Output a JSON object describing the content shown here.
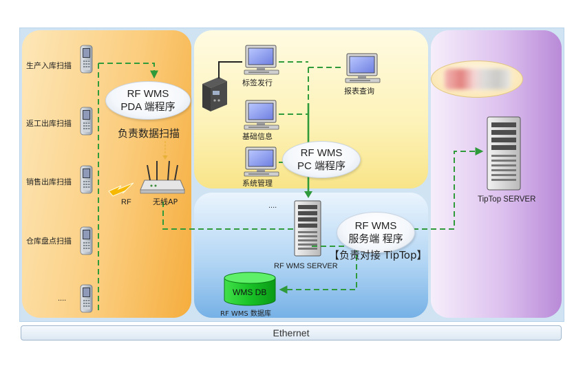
{
  "scanners": [
    {
      "label": "生产入库扫描"
    },
    {
      "label": "返工出库扫描"
    },
    {
      "label": "销售出库扫描"
    },
    {
      "label": "仓库盘点扫描"
    },
    {
      "label": "...."
    }
  ],
  "pda_bubble": {
    "line1": "RF WMS",
    "line2": "PDA 端程序"
  },
  "pda_caption": "负责数据扫描",
  "rf_label": "RF",
  "ap_label": "无线AP",
  "pc_nodes": {
    "label_print": "标签发行",
    "basic_info": "基础信息",
    "system_mgmt": "系统管理",
    "report_query": "报表查询"
  },
  "pc_bubble": {
    "line1": "RF WMS",
    "line2": "PC 端程序"
  },
  "ellipsis": "....",
  "server_label": "RF WMS SERVER",
  "server_bubble": {
    "line1": "RF WMS",
    "line2": "服务端 程序"
  },
  "server_caption": "【负责对接 TipTop】",
  "db_label": "WMS DB",
  "db_caption": "RF WMS 数据库",
  "tiptop_label": "TipTop SERVER",
  "ethernet_label": "Ethernet",
  "colors": {
    "link": "#2e9a3a",
    "arrow_yellow": "#e8b23a"
  }
}
